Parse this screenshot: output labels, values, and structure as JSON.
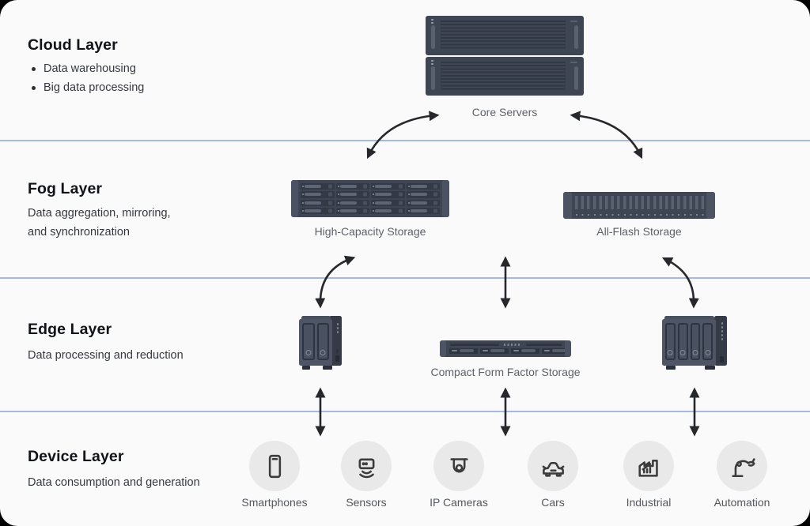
{
  "diagram": {
    "layers": {
      "cloud": {
        "title": "Cloud Layer",
        "bullets": [
          "Data warehousing",
          "Big data processing"
        ]
      },
      "fog": {
        "title": "Fog Layer",
        "desc1": "Data aggregation, mirroring,",
        "desc2": "and synchronization"
      },
      "edge": {
        "title": "Edge Layer",
        "desc1": "Data processing and reduction"
      },
      "device": {
        "title": "Device Layer",
        "desc1": "Data consumption and generation"
      }
    },
    "nodes": {
      "core_servers": "Core Servers",
      "high_capacity_storage": "High-Capacity Storage",
      "all_flash_storage": "All-Flash Storage",
      "compact_storage": "Compact Form Factor Storage"
    },
    "devices": [
      {
        "label": "Smartphones",
        "icon": "smartphone-icon"
      },
      {
        "label": "Sensors",
        "icon": "sensor-icon"
      },
      {
        "label": "IP Cameras",
        "icon": "ip-camera-icon"
      },
      {
        "label": "Cars",
        "icon": "car-icon"
      },
      {
        "label": "Industrial",
        "icon": "factory-icon"
      },
      {
        "label": "Automation",
        "icon": "robot-arm-icon"
      }
    ],
    "colors": {
      "divider_blue": "#a6b8ea",
      "hardware_slate": "#3e4553",
      "arrow_black": "#26282b",
      "icon_circle_bg": "#e9e9ea",
      "canvas_bg": "#fafafa"
    }
  }
}
